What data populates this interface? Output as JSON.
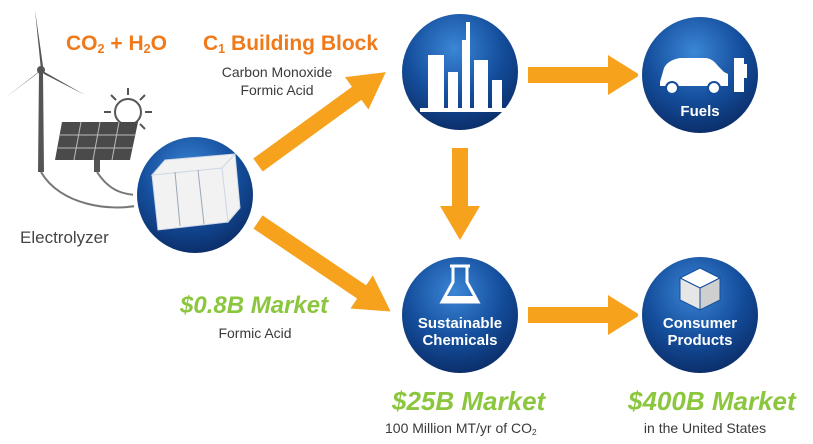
{
  "inputs": {
    "co2": "CO",
    "co2_sub": "2",
    "plus": " + H",
    "h2_sub": "2",
    "o": "O"
  },
  "building_block": {
    "c": "C",
    "c_sub": "1",
    "title_rest": " Building Block",
    "line1": "Carbon Monoxide",
    "line2": "Formic Acid"
  },
  "electrolyzer": {
    "label": "Electrolyzer"
  },
  "market_small": {
    "value": "$0.8B Market",
    "detail": "Formic Acid"
  },
  "nodes": {
    "fuels": {
      "label": "Fuels"
    },
    "chemicals": {
      "line1": "Sustainable",
      "line2": "Chemicals"
    },
    "consumer": {
      "line1": "Consumer",
      "line2": "Products"
    }
  },
  "market_mid": {
    "value": "$25B Market",
    "detail": "100 Million MT/yr of CO",
    "detail_sub": "2"
  },
  "market_large": {
    "value": "$400B Market",
    "detail": "in the United States"
  },
  "colors": {
    "orange": "#f07a1a",
    "arrow": "#f6a21c",
    "green": "#8cc63f",
    "circle_dark": "#0b2f6b",
    "circle_light": "#2a6fc0",
    "icon_gray": "#555555"
  }
}
